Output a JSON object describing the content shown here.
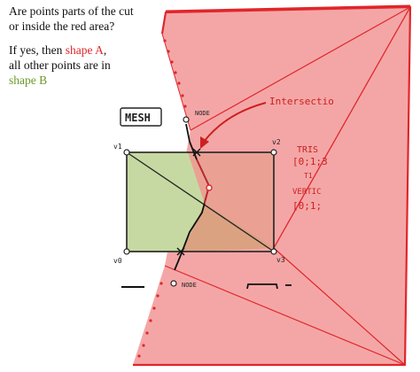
{
  "caption": {
    "line1": "Are points parts of the cut",
    "line2": " or inside the red area?",
    "line3_prefix": "If yes, then ",
    "line3_highlight": "shape A",
    "line3_suffix": ",",
    "line4": "all other points are in",
    "line5": "shape B"
  },
  "colors": {
    "red_area": "#f4a6a6",
    "red_line": "#e0262b",
    "shape_b_fill": "#c7d9a2",
    "shape_a_text": "#e0262b",
    "shape_b_text": "#6a9a2a",
    "overlap_fill": "#d9a27e"
  },
  "labels": {
    "mesh": "MESH",
    "v0": "v0",
    "v1": "v1",
    "v2": "v2",
    "v3": "v3",
    "node_top": "NODE",
    "node_bottom": "NODE",
    "intersection": "Intersectio",
    "tris_title": "TRIS",
    "tris_value": "[0;1;3",
    "tris_sub": "T1",
    "vertic_title": "VERTIC",
    "vertic_value": "[0;1;"
  }
}
